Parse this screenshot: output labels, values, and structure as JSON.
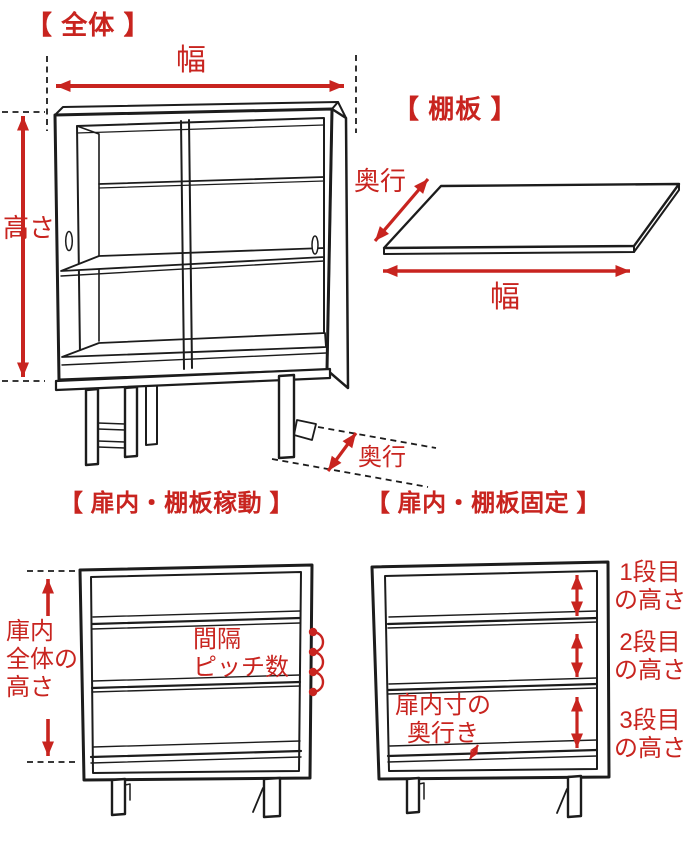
{
  "colors": {
    "accent": "#c8241f",
    "line": "#1c1c1c",
    "bg": "#ffffff"
  },
  "overall": {
    "title": "【 全体 】",
    "width_label": "幅",
    "height_label": "高さ",
    "depth_label": "奥行"
  },
  "shelf_board": {
    "title": "【 棚板 】",
    "depth_label": "奥行",
    "width_label": "幅"
  },
  "movable": {
    "title": "【 扉内・棚板稼動 】",
    "inner_height_lines": [
      "庫内",
      "全体の",
      "高さ"
    ],
    "pitch_lines": [
      "間隔",
      "ピッチ数"
    ]
  },
  "fixed": {
    "title": "【 扉内・棚板固定 】",
    "tier1_lines": [
      "1段目",
      "の高さ"
    ],
    "tier2_lines": [
      "2段目",
      "の高さ"
    ],
    "tier3_lines": [
      "3段目",
      "の高さ"
    ],
    "inner_depth_lines": [
      "扉内寸の",
      "奥行き"
    ]
  }
}
